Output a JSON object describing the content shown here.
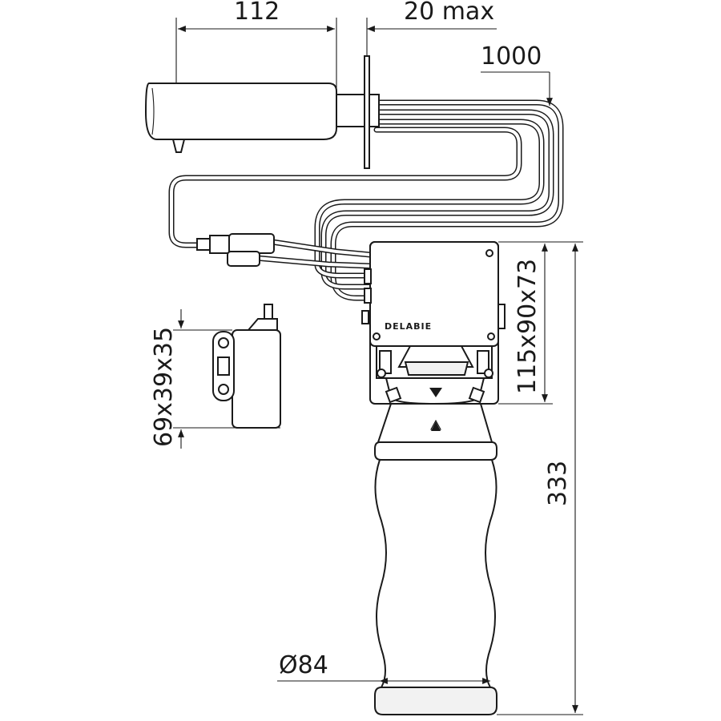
{
  "dimensions": {
    "spout_length": "112",
    "wall_max": "20 max",
    "cable_length": "1000",
    "battery_size": "69x39x35",
    "box_size": "115x90x73",
    "total_height": "333",
    "diameter": "Ø84"
  },
  "brand": "DELABIE"
}
